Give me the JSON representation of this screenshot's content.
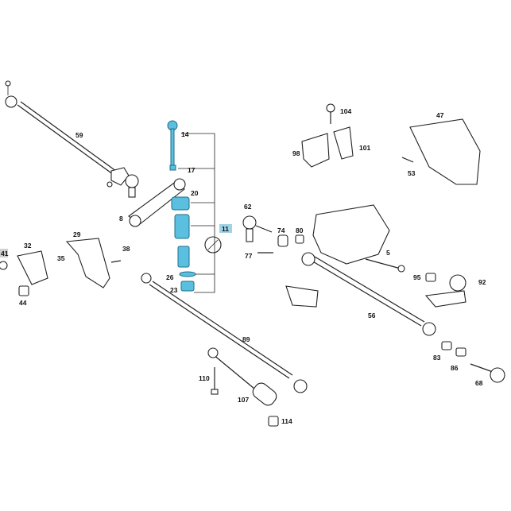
{
  "diagram": {
    "highlight_color": "#5bc0e0",
    "callouts": {
      "c14": "14",
      "c17": "17",
      "c20": "20",
      "c8": "8",
      "c11": "11",
      "c26": "26",
      "c23": "23",
      "c59": "59",
      "c29": "29",
      "c32": "32",
      "c41": "41",
      "c35": "35",
      "c38": "38",
      "c44": "44",
      "c104": "104",
      "c101": "101",
      "c98": "98",
      "c47": "47",
      "c53": "53",
      "c62": "62",
      "c74": "74",
      "c80": "80",
      "c77": "77",
      "c5": "5",
      "c95": "95",
      "c92": "92",
      "c56": "56",
      "c89": "89",
      "c83": "83",
      "c86": "86",
      "c68": "68",
      "c110": "110",
      "c107": "107",
      "c114": "114"
    }
  }
}
